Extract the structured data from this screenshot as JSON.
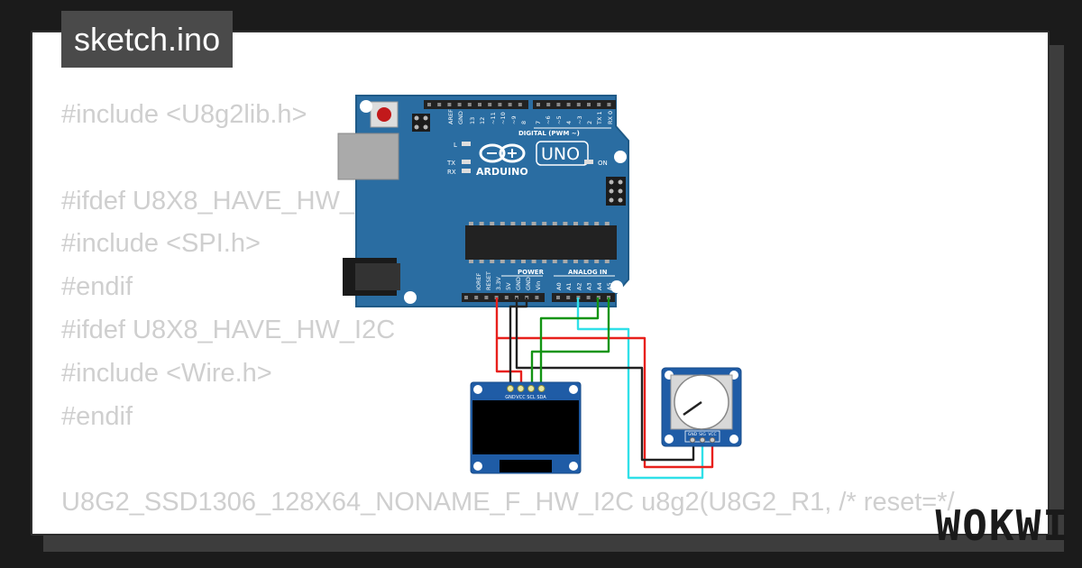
{
  "title": "sketch.ino",
  "code_lines": [
    "#include <U8g2lib.h>",
    "",
    "#ifdef U8X8_HAVE_HW_SPI",
    "#include <SPI.h>",
    "#endif",
    "#ifdef U8X8_HAVE_HW_I2C",
    "#include <Wire.h>",
    "#endif",
    "",
    "U8G2_SSD1306_128X64_NONAME_F_HW_I2C u8g2(U8G2_R1, /* reset=*/"
  ],
  "arduino": {
    "logo": "ARDUINO",
    "model": "UNO",
    "digital_label": "DIGITAL (PWM ~)",
    "power_label": "POWER",
    "analog_label": "ANALOG IN",
    "on_label": "ON",
    "l_label": "L",
    "tx_label": "TX",
    "rx_label": "RX",
    "digital_pins": [
      "AREF",
      "GND",
      "13",
      "12",
      "~11",
      "~10",
      "~9",
      "8",
      "7",
      "~6",
      "~5",
      "4",
      "~3",
      "2",
      "TX 1",
      "RX 0"
    ],
    "power_pins": [
      "IOREF",
      "RESET",
      "3.3V",
      "5V",
      "GND",
      "GND",
      "Vin"
    ],
    "analog_pins": [
      "A0",
      "A1",
      "A2",
      "A3",
      "A4",
      "A5"
    ]
  },
  "oled": {
    "pins": [
      "GND",
      "VCC",
      "SCL",
      "SDA"
    ]
  },
  "potentiometer": {
    "pins": [
      "GND",
      "SIG",
      "VCC"
    ]
  },
  "wire_colors": {
    "red": "#e8201c",
    "black": "#222222",
    "green": "#129412",
    "cyan": "#30e0e8"
  },
  "brand": "WOKWI"
}
